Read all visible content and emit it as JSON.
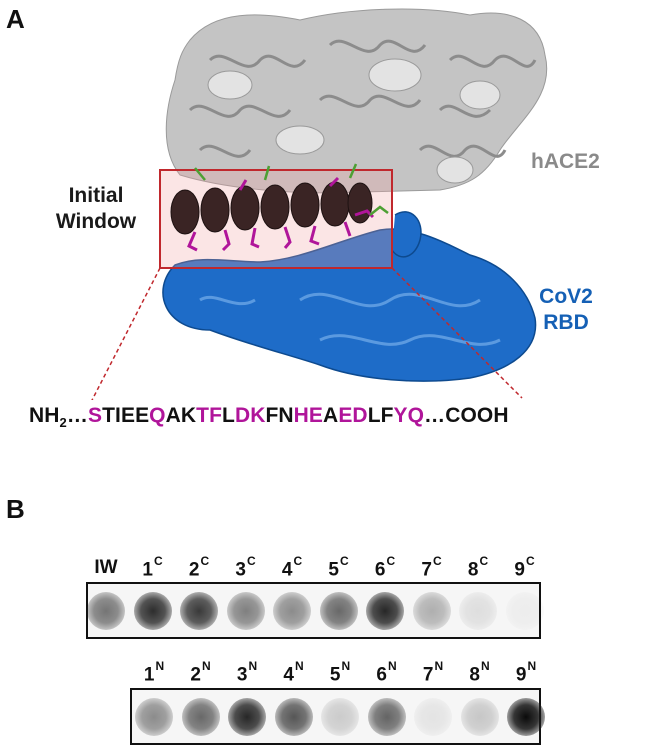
{
  "panels": {
    "a": "A",
    "b": "B"
  },
  "structure_labels": {
    "initial_window_line1": "Initial",
    "initial_window_line2": "Window",
    "hace2": "hACE2",
    "rbd_line1": "CoV2",
    "rbd_line2": "RBD"
  },
  "colors": {
    "hace2": "#bdbdbd",
    "rbd": "#1560b5",
    "window_box": "#c0282d",
    "helix": "#3a2424",
    "highlight_residue": "#b0159a",
    "contact_sidechain": "#4da033"
  },
  "sequence": {
    "n_term": "NH",
    "n_term_sub": "2",
    "ellipsis_left": "…",
    "segments": [
      {
        "text": "S",
        "highlight": true
      },
      {
        "text": "TIEE",
        "highlight": false
      },
      {
        "text": "Q",
        "highlight": true
      },
      {
        "text": "AK",
        "highlight": false
      },
      {
        "text": "TF",
        "highlight": true
      },
      {
        "text": "L",
        "highlight": false
      },
      {
        "text": "DK",
        "highlight": true
      },
      {
        "text": "FN",
        "highlight": false
      },
      {
        "text": "HE",
        "highlight": true
      },
      {
        "text": "A",
        "highlight": false
      },
      {
        "text": "ED",
        "highlight": true
      },
      {
        "text": "LF",
        "highlight": false
      },
      {
        "text": "YQ",
        "highlight": true
      }
    ],
    "ellipsis_right": "…",
    "c_term": "COOH"
  },
  "blot_row1": {
    "spots": [
      {
        "label": "IW",
        "sup": "",
        "intensity": 0.55
      },
      {
        "label": "1",
        "sup": "C",
        "intensity": 0.85
      },
      {
        "label": "2",
        "sup": "C",
        "intensity": 0.8
      },
      {
        "label": "3",
        "sup": "C",
        "intensity": 0.5
      },
      {
        "label": "4",
        "sup": "C",
        "intensity": 0.45
      },
      {
        "label": "5",
        "sup": "C",
        "intensity": 0.6
      },
      {
        "label": "6",
        "sup": "C",
        "intensity": 0.88
      },
      {
        "label": "7",
        "sup": "C",
        "intensity": 0.3
      },
      {
        "label": "8",
        "sup": "C",
        "intensity": 0.1
      },
      {
        "label": "9",
        "sup": "C",
        "intensity": 0.04
      }
    ]
  },
  "blot_row2": {
    "spots": [
      {
        "label": "1",
        "sup": "N",
        "intensity": 0.45
      },
      {
        "label": "2",
        "sup": "N",
        "intensity": 0.6
      },
      {
        "label": "3",
        "sup": "N",
        "intensity": 0.88
      },
      {
        "label": "4",
        "sup": "N",
        "intensity": 0.68
      },
      {
        "label": "5",
        "sup": "N",
        "intensity": 0.18
      },
      {
        "label": "6",
        "sup": "N",
        "intensity": 0.62
      },
      {
        "label": "7",
        "sup": "N",
        "intensity": 0.08
      },
      {
        "label": "8",
        "sup": "N",
        "intensity": 0.2
      },
      {
        "label": "9",
        "sup": "N",
        "intensity": 1.0
      }
    ]
  }
}
